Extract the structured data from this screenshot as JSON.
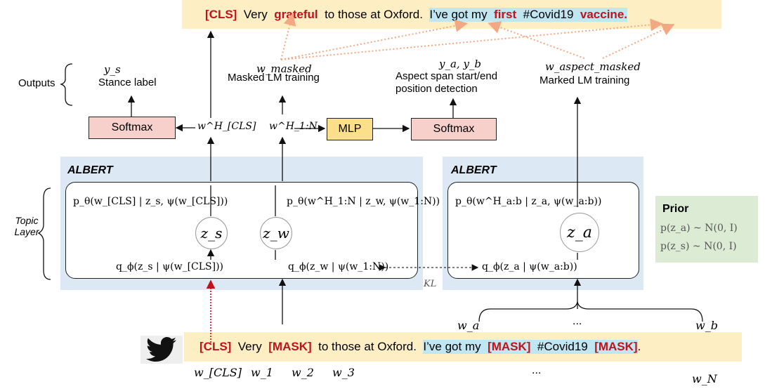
{
  "top_sentence": {
    "cls": "[CLS]",
    "t1": "Very",
    "grateful": "grateful",
    "t2": "to those at Oxford.",
    "t3": "I’ve got my",
    "first": "first",
    "t4": "#Covid19",
    "vaccine": "vaccine."
  },
  "bottom_sentence": {
    "cls": "[CLS]",
    "t1": "Very",
    "mask1": "[MASK]",
    "t2": "to those at Oxford.",
    "t3": "I’ve got my",
    "mask2": "[MASK]",
    "t4": "#Covid19",
    "mask3": "[MASK]",
    "t5": "."
  },
  "outputs": {
    "label": "Outputs",
    "stance_var": "y_s",
    "stance_label": "Stance label",
    "masked_var": "w_masked",
    "masked_label": "Masked LM training",
    "span_var": "y_a, y_b",
    "span_label_1": "Aspect span start/end",
    "span_label_2": "position detection",
    "aspect_var": "w_aspect_masked",
    "aspect_label": "Marked LM training"
  },
  "blocks": {
    "softmax_left": "Softmax",
    "mlp": "MLP",
    "softmax_right": "Softmax",
    "w_cls_h": "w^H_[CLS]",
    "w_1n_h": "w^H_1:N"
  },
  "albert": {
    "left_title": "ALBERT",
    "right_title": "ALBERT",
    "topic_layer": "Topic Layer",
    "p_cls": "p_θ(w_[CLS] | z_s, ψ(w_[CLS]))",
    "p_1n": "p_θ(w^H_1:N | z_w, ψ(w_1:N))",
    "p_ab": "p_θ(w^H_a:b | z_a, ψ(w_a:b))",
    "q_cls": "q_ϕ(z_s | ψ(w_[CLS]))",
    "q_1n": "q_ϕ(z_w | ψ(w_1:N))",
    "q_ab": "q_ϕ(z_a | ψ(w_a:b))",
    "z_s": "z_s",
    "z_w": "z_w",
    "z_a": "z_a",
    "kl": "KL"
  },
  "prior": {
    "title": "Prior",
    "line1": "p(z_a) ~ N(0, I)",
    "line2": "p(z_s) ~ N(0, I)"
  },
  "tokens": {
    "w_cls": "w_[CLS]",
    "w1": "w_1",
    "w2": "w_2",
    "w3": "w_3",
    "dots_bottom": "...",
    "wN": "w_N",
    "wa": "w_a",
    "dots_top": "...",
    "wb": "w_b"
  },
  "colors": {
    "sentence_bg": "#fdeec4",
    "highlight": "#bfe6f1",
    "mask_red": "#c0121a",
    "panel_blue": "#dce9f4",
    "softmax_pink": "#f8d0cb",
    "mlp_yellow": "#fcdf8a",
    "prior_green": "#dcebd4",
    "dotted_orange": "#f2a882"
  },
  "icons": [
    "twitter-bird-icon"
  ]
}
